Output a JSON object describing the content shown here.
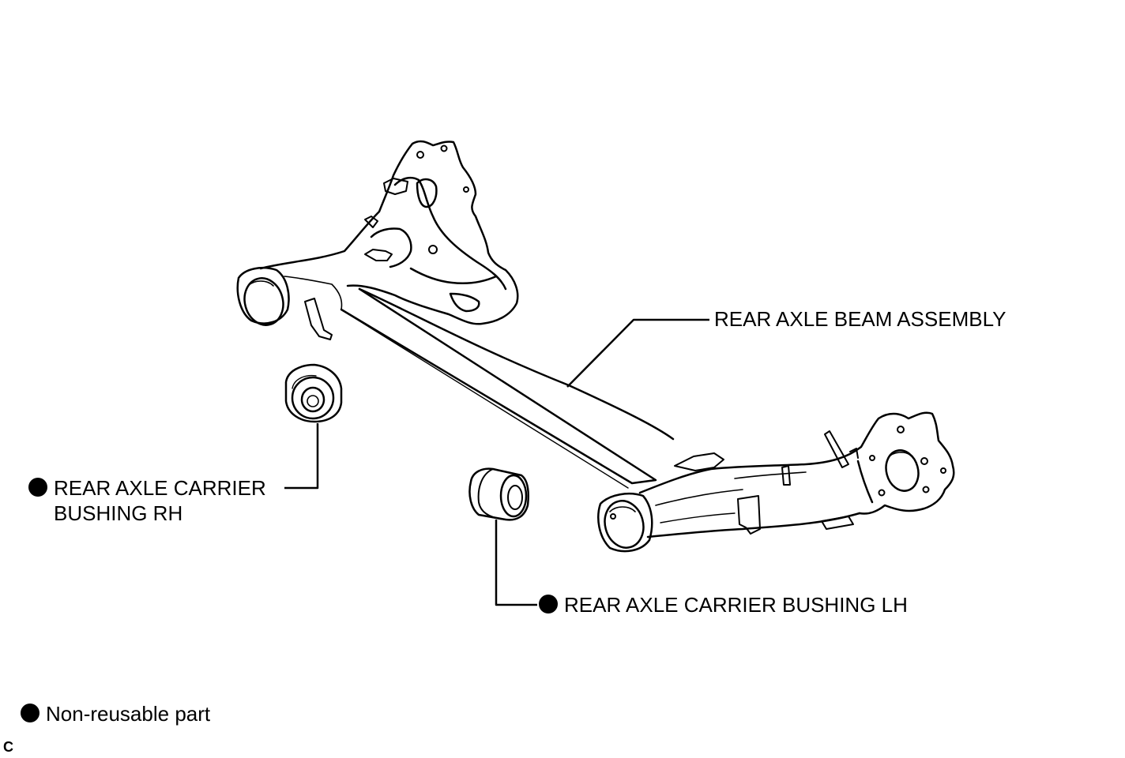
{
  "labels": {
    "beam": "REAR AXLE BEAM ASSEMBLY",
    "bushing_rh_line1": "REAR AXLE CARRIER",
    "bushing_rh_line2": "BUSHING RH",
    "bushing_lh": "REAR AXLE CARRIER BUSHING LH"
  },
  "legend": {
    "symbol": "filled-circle",
    "text": "Non-reusable part"
  },
  "corner_code": "C",
  "colors": {
    "ink": "#000000",
    "paper": "#ffffff"
  }
}
